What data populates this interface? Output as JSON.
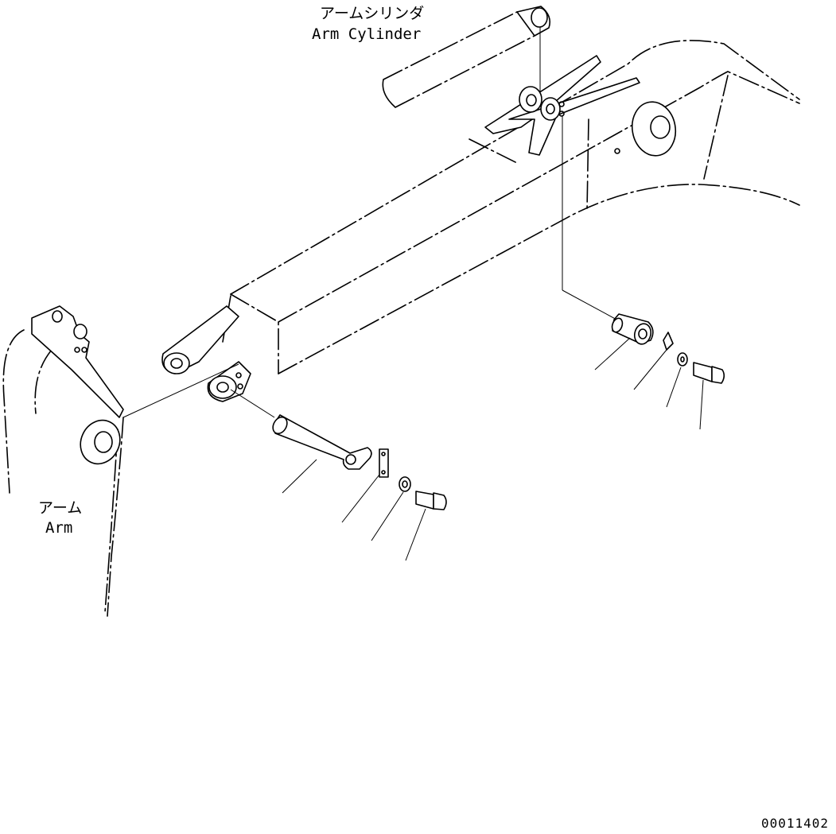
{
  "labels": {
    "arm_cylinder_jp": "アームシリンダ",
    "arm_cylinder_en": "Arm Cylinder",
    "arm_jp": "アーム",
    "arm_en": "Arm"
  },
  "drawing_number": "00011402"
}
